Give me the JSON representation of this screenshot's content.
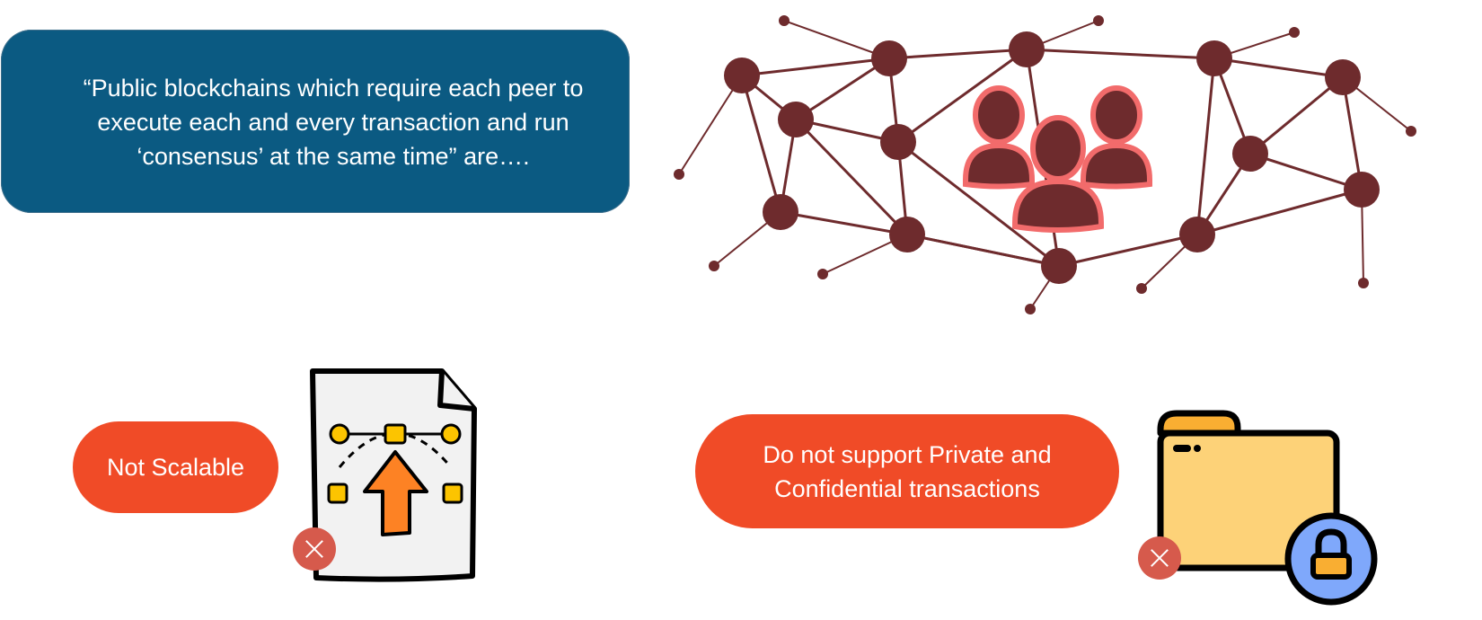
{
  "slide": {
    "quote_lines": [
      "“Public blockchains which require each peer to",
      "execute each and every transaction and run",
      "‘consensus’ at the same time” are…."
    ],
    "problems": [
      {
        "label": "Not Scalable",
        "icon": "document-scale-up-icon",
        "status_icon": "x-close-icon"
      },
      {
        "label_lines": [
          "Do not support Private and",
          "Confidential transactions"
        ],
        "icon": "locked-folder-icon",
        "status_icon": "x-close-icon"
      }
    ],
    "network_icon": "peer-network-icon",
    "group_icon": "user-group-icon"
  },
  "colors": {
    "quote_bg": "#0b5a82",
    "pill_bg": "#f04b27",
    "network_node": "#6e2b2d",
    "group_outline": "#f26b6b",
    "x_badge": "#d65a4c",
    "folder_fill": "#fdd278",
    "folder_tab": "#f9ae32",
    "lock_circle": "#7fa8fb",
    "arrow_orange": "#fd8224",
    "control_yellow": "#fcc400"
  }
}
